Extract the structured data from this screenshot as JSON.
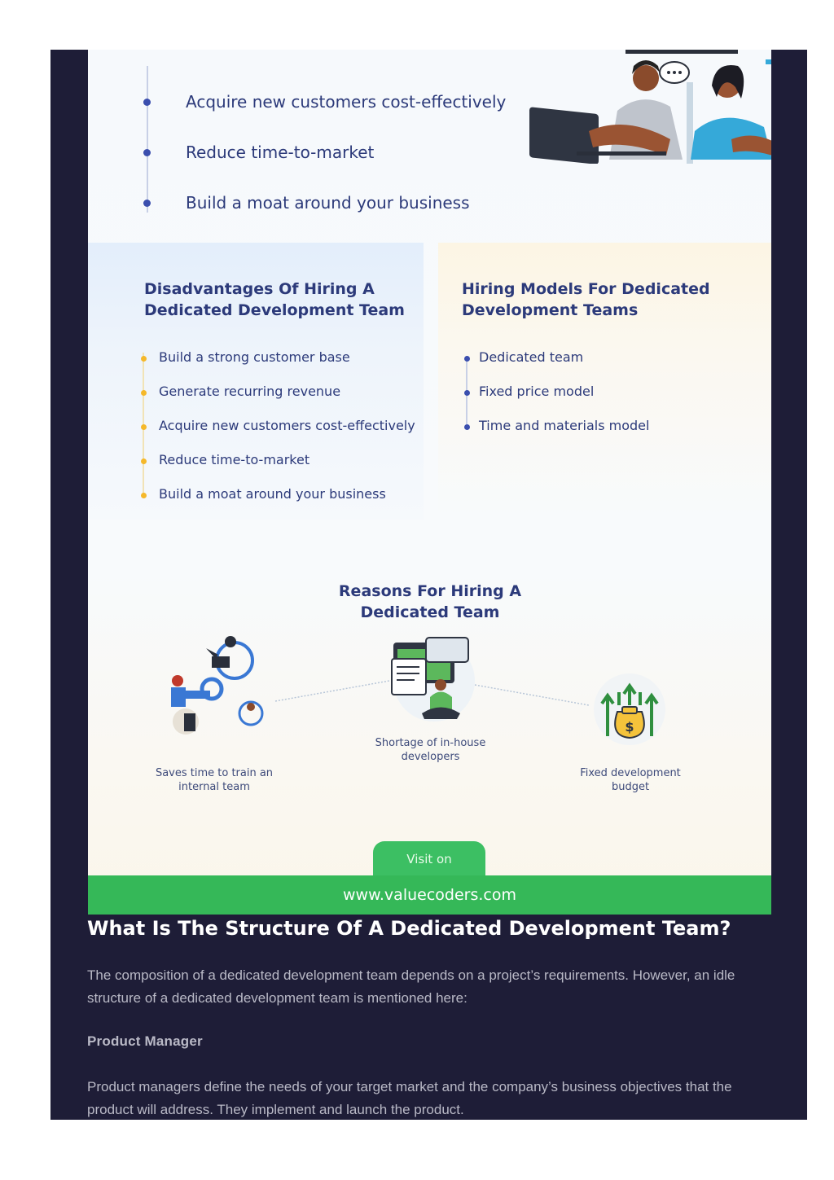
{
  "infographic": {
    "top_list": [
      "Acquire new customers cost-effectively",
      "Reduce time-to-market",
      "Build a moat around your business"
    ],
    "disadvantages": {
      "title": "Disadvantages Of Hiring A Dedicated Development Team",
      "items": [
        "Build a strong customer base",
        "Generate recurring revenue",
        "Acquire new customers cost-effectively",
        "Reduce time-to-market",
        "Build a moat around your business"
      ]
    },
    "hiring_models": {
      "title": "Hiring Models For Dedicated Development Teams",
      "items": [
        "Dedicated team",
        "Fixed price model",
        "Time and materials model"
      ]
    },
    "reasons": {
      "title": "Reasons For Hiring A Dedicated Team",
      "items": [
        "Saves time to train an internal team",
        "Shortage of in-house developers",
        "Fixed development budget"
      ]
    },
    "visit_label": "Visit on",
    "url": "www.valuecoders.com"
  },
  "article": {
    "heading": "What Is The Structure Of A Dedicated Development Team?",
    "intro": "The composition of a dedicated development team depends on a project’s requirements. However, an idle structure of a dedicated development team is mentioned here:",
    "role_title": "Product Manager",
    "role_text": "Product managers define the needs of your target market and the company’s business objectives that the product will address. They implement and launch the product."
  },
  "colors": {
    "background": "#1e1d37",
    "accent_green": "#3cbf63",
    "navy_text": "#2c3a7a",
    "bullet_blue": "#3b4fae",
    "bullet_yellow": "#f5b82a"
  }
}
